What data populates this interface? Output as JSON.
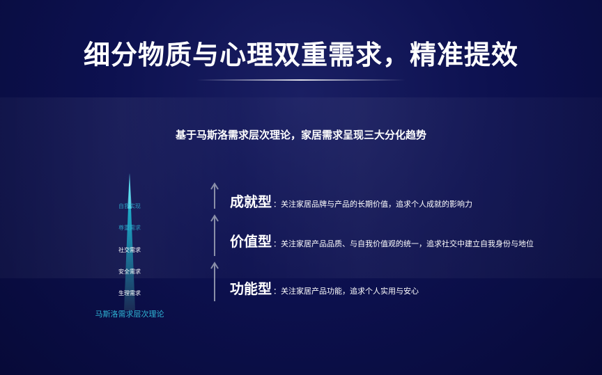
{
  "title": "细分物质与心理双重需求，精准提效",
  "subtitle": "基于马斯洛需求层次理论，家居需求呈现三大分化趋势",
  "pyramid": {
    "levels": [
      "自我实现",
      "尊重需求",
      "社交需求",
      "安全需求",
      "生理需求"
    ],
    "caption": "马斯洛需求层次理论"
  },
  "tiers": [
    {
      "type": "成就型",
      "desc": "：关注家居品牌与产品的长期价值，追求个人成就的影响力"
    },
    {
      "type": "价值型",
      "desc": "：关注家居产品品质、与自我价值观的统一，追求社交中建立自我身份与地位"
    },
    {
      "type": "功能型",
      "desc": "：关注家居产品功能，追求个人实用与安心"
    }
  ],
  "colors": {
    "background": "#0d1150",
    "accent": "#2fb6d6",
    "text": "#ffffff",
    "arrow": "#8a8fa8"
  }
}
